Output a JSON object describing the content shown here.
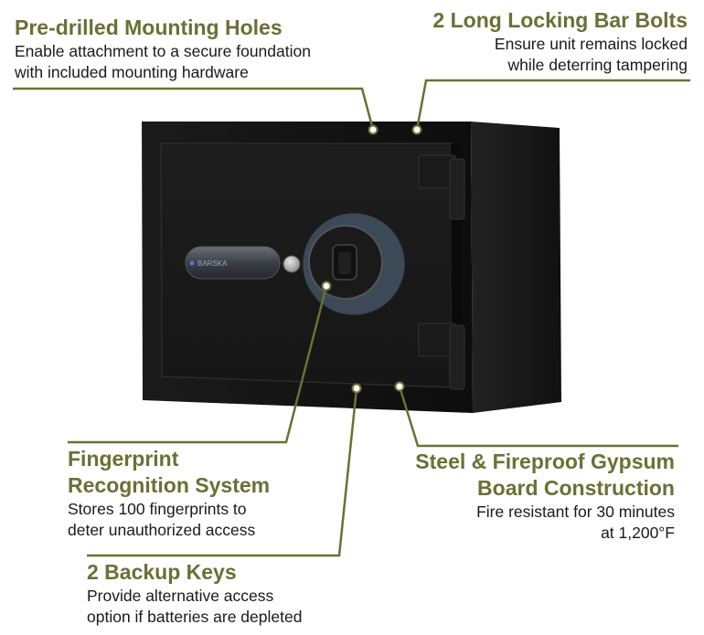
{
  "colors": {
    "accent": "#6b7035",
    "body_text": "#1a1a1a",
    "safe_body": "#141414"
  },
  "brand_label": "BARSKA",
  "callouts": {
    "mounting": {
      "title": "Pre-drilled Mounting Holes",
      "desc_lines": [
        "Enable attachment to a secure foundation",
        "with included mounting hardware"
      ]
    },
    "bolts": {
      "title": "2 Long Locking Bar Bolts",
      "desc_lines": [
        "Ensure unit remains locked",
        "while deterring tampering"
      ]
    },
    "fingerprint": {
      "title_lines": [
        "Fingerprint",
        "Recognition System"
      ],
      "desc_lines": [
        "Stores 100 fingerprints to",
        "deter unauthorized access"
      ]
    },
    "construction": {
      "title_lines": [
        "Steel & Fireproof Gypsum",
        "Board Construction"
      ],
      "desc_lines": [
        "Fire resistant for 30 minutes",
        "at 1,200°F"
      ]
    },
    "keys": {
      "title": "2 Backup Keys",
      "desc_lines": [
        "Provide alternative access",
        "option if batteries are depleted"
      ]
    }
  }
}
